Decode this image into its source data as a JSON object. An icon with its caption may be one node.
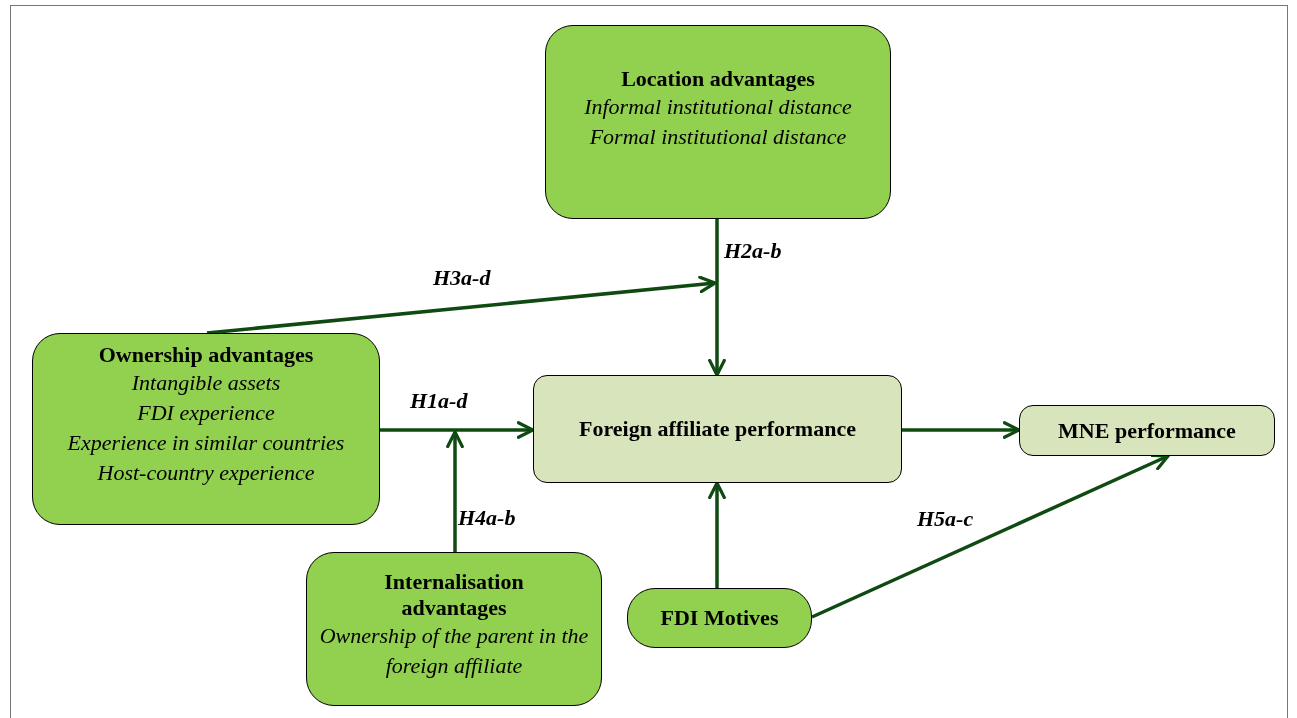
{
  "diagram": {
    "nodes": [
      {
        "text": [
          "Location advantages",
          "Informal institutional distance",
          "Formal institutional distance"
        ]
      },
      {
        "text": [
          "Ownership advantages",
          "Intangible assets",
          "FDI experience",
          "Experience in similar countries",
          "Host-country experience"
        ]
      },
      {
        "text": [
          "Foreign affiliate performance"
        ]
      },
      {
        "text": [
          "MNE performance"
        ]
      },
      {
        "text": [
          "Internalisation advantages",
          "Ownership of the parent in the foreign affiliate"
        ]
      },
      {
        "text": [
          "FDI Motives"
        ]
      }
    ],
    "edges": [
      {
        "from": 0,
        "to": 2,
        "arrow": "to",
        "label": "H2a-b"
      },
      {
        "from": 1,
        "to": 2,
        "arrow": "to",
        "label": "H1a-d"
      },
      {
        "from": 2,
        "to": 3,
        "arrow": "to"
      },
      {
        "from": 5,
        "to": 2,
        "arrow": "to"
      },
      {
        "from": 5,
        "to": 3,
        "arrow": "to",
        "label": "H5a-c"
      },
      {
        "from": 1,
        "to": null,
        "arrow": "to",
        "label": "H3a-d"
      },
      {
        "from": 4,
        "to": null,
        "arrow": "to",
        "label": "H4a-b"
      }
    ]
  }
}
